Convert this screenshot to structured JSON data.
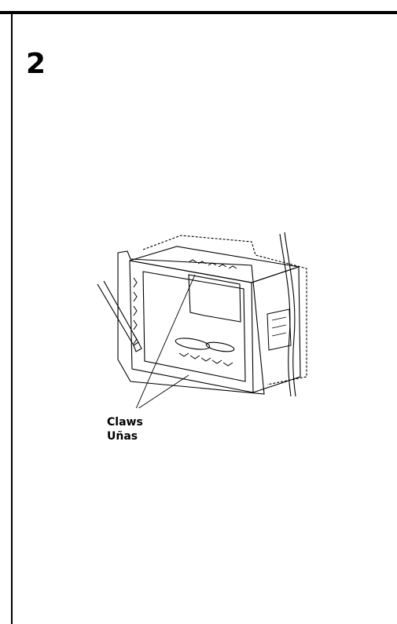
{
  "step": {
    "number": "2"
  },
  "callout": {
    "line1": "Claws",
    "line2": "Uñas"
  },
  "colors": {
    "ink": "#000000",
    "paper": "#ffffff"
  }
}
